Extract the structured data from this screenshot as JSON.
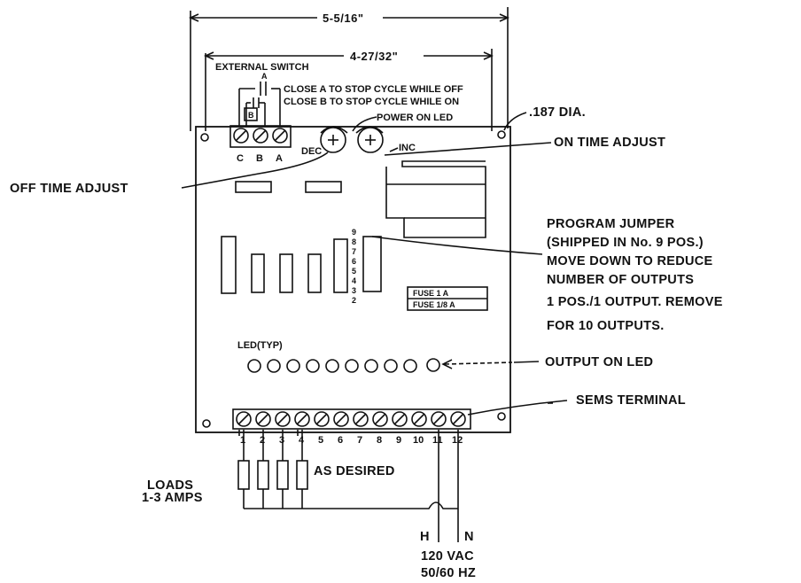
{
  "dimensions": {
    "overall_width": "5-5/16\"",
    "inner_width": "4-27/32\""
  },
  "switch": {
    "title": "EXTERNAL SWITCH",
    "line_a": "CLOSE A TO STOP CYCLE WHILE OFF",
    "line_b": "CLOSE B TO STOP CYCLE WHILE ON",
    "contact_a": "A",
    "contact_b": "B"
  },
  "terminals_top": [
    "C",
    "B",
    "A"
  ],
  "callouts": {
    "power_led": "POWER ON LED",
    "hole_dia": ".187 DIA.",
    "dec": "DEC",
    "inc": "INC",
    "on_time": "ON TIME ADJUST",
    "off_time": "OFF TIME ADJUST",
    "jumper_lines": [
      "PROGRAM JUMPER",
      "(SHIPPED IN No. 9 POS.)",
      "MOVE DOWN TO REDUCE",
      "NUMBER OF OUTPUTS",
      "1 POS./1 OUTPUT. REMOVE",
      "FOR 10 OUTPUTS."
    ],
    "led_typ": "LED(TYP)",
    "output_led": "OUTPUT ON LED",
    "sems": "SEMS TERMINAL"
  },
  "fuses": [
    "FUSE 1 A",
    "FUSE 1/8 A"
  ],
  "jumper_positions": [
    "9",
    "8",
    "7",
    "6",
    "5",
    "4",
    "3",
    "2"
  ],
  "terminal_numbers": [
    "1",
    "2",
    "3",
    "4",
    "5",
    "6",
    "7",
    "8",
    "9",
    "10",
    "11",
    "12"
  ],
  "loads": {
    "label_1": "LOADS",
    "label_2": "1-3 AMPS",
    "as_desired": "AS DESIRED"
  },
  "power": {
    "h": "H",
    "n": "N",
    "voltage": "120 VAC",
    "freq": "50/60 HZ"
  }
}
